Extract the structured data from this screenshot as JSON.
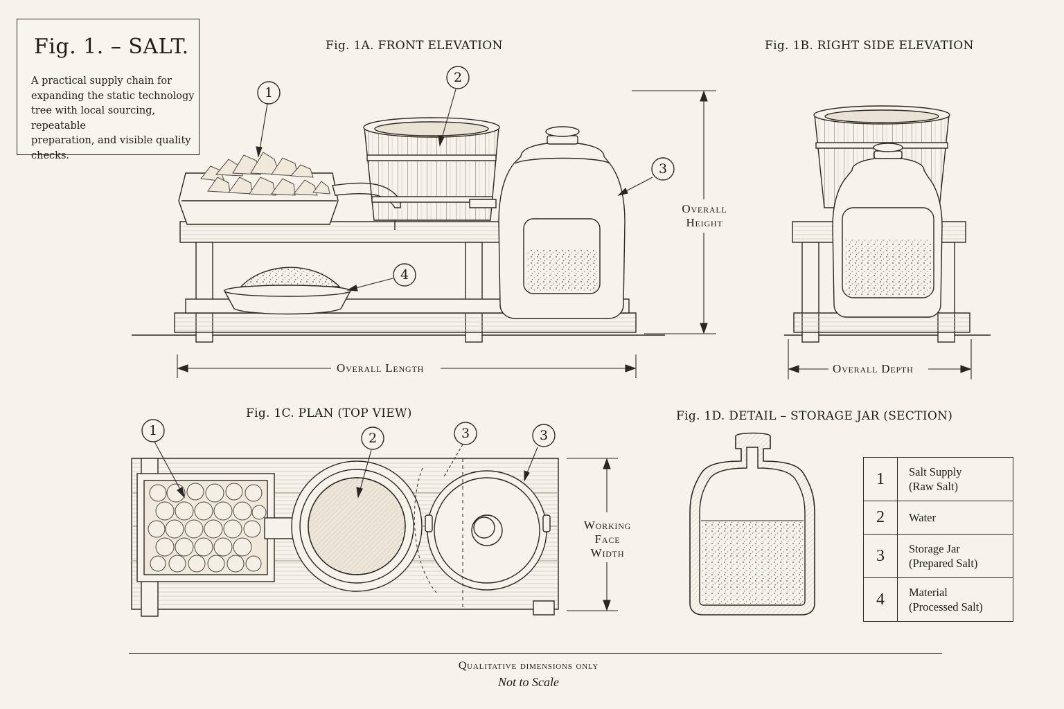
{
  "title_box": {
    "title": "Fig. 1. – SALT.",
    "description": "A practical supply chain for\nexpanding the static technology\ntree with local sourcing, repeatable\npreparation, and visible quality\nchecks."
  },
  "figures": {
    "front": "Fig. 1A.   FRONT ELEVATION",
    "side": "Fig. 1B.   RIGHT SIDE ELEVATION",
    "plan": "Fig. 1C.   PLAN (TOP VIEW)",
    "detail": "Fig. 1D.   DETAIL – STORAGE JAR (SECTION)"
  },
  "dimensions": {
    "overall_height": "Overall\nHeight",
    "overall_length": "Overall Length",
    "overall_depth": "Overall Depth",
    "working_face_width": "Working\nFace\nWidth"
  },
  "callouts": {
    "salt_supply": "1",
    "water": "2",
    "storage_jar": "3",
    "material": "4"
  },
  "legend": [
    {
      "num": "1",
      "label": "Salt Supply\n(Raw Salt)"
    },
    {
      "num": "2",
      "label": "Water"
    },
    {
      "num": "3",
      "label": "Storage Jar\n(Prepared Salt)"
    },
    {
      "num": "4",
      "label": "Material\n(Processed Salt)"
    }
  ],
  "footer": {
    "line1": "Qualitative dimensions only",
    "line2": "Not to Scale"
  }
}
